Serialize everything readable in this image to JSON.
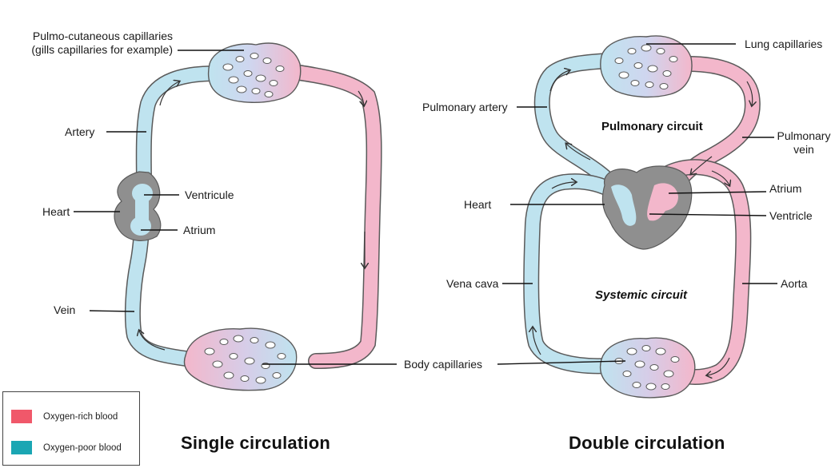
{
  "colors": {
    "oxygen_rich": "#f0586a",
    "oxygen_poor": "#1aa6b3",
    "vessel_blue": "#bfe3ef",
    "vessel_pink": "#f3b7cb",
    "heart_gray": "#8f8f8f",
    "outline": "#5a5a5a"
  },
  "single": {
    "labels": {
      "capillaries_line1": "Pulmo-cutaneous capillaries",
      "capillaries_line2": "(gills capillaries for example)",
      "artery": "Artery",
      "heart": "Heart",
      "ventricule": "Ventricule",
      "atrium": "Atrium",
      "vein": "Vein"
    },
    "title": "Single circulation"
  },
  "shared": {
    "body_capillaries": "Body capillaries"
  },
  "double": {
    "labels": {
      "lung_capillaries": "Lung capillaries",
      "pulmonary_artery": "Pulmonary artery",
      "pulmonary_vein_line1": "Pulmonary",
      "pulmonary_vein_line2": "vein",
      "heart": "Heart",
      "atrium": "Atrium",
      "ventricle": "Ventricle",
      "vena_cava": "Vena cava",
      "aorta": "Aorta"
    },
    "pulmonary_circuit": "Pulmonary circuit",
    "systemic_circuit": "Systemic circuit",
    "title": "Double circulation"
  },
  "legend": {
    "items": [
      {
        "label": "Oxygen-rich blood",
        "color": "#f0586a"
      },
      {
        "label": "Oxygen-poor blood",
        "color": "#1aa6b3"
      }
    ]
  }
}
